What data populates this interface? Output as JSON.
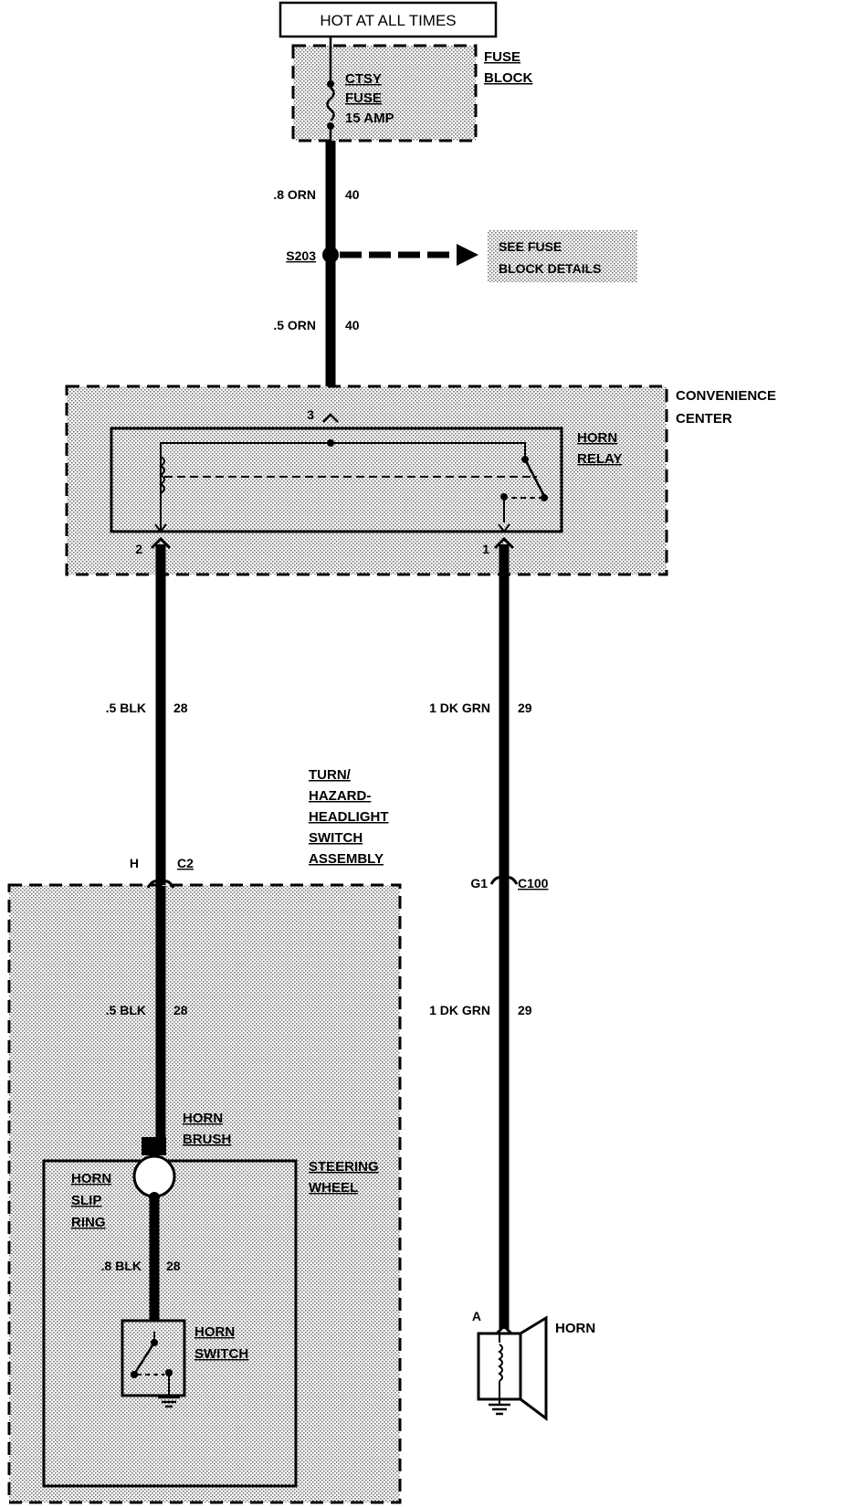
{
  "power_source": "HOT AT ALL TIMES",
  "fuse_block": {
    "name_line1": "FUSE",
    "name_line2": "BLOCK",
    "fuse_line1": "CTSY",
    "fuse_line2": "FUSE",
    "rating": "15 AMP"
  },
  "wires": {
    "feed_top": {
      "gauge_color": ".8 ORN",
      "circuit": "40"
    },
    "feed_lower": {
      "gauge_color": ".5 ORN",
      "circuit": "40"
    },
    "relay_to_switch": {
      "gauge_color": ".5 BLK",
      "circuit": "28"
    },
    "switch_assembly_inner": {
      "gauge_color": ".5 BLK",
      "circuit": "28"
    },
    "slip_ring_to_switch": {
      "gauge_color": ".8 BLK",
      "circuit": "28"
    },
    "relay_to_c100": {
      "gauge_color": "1 DK GRN",
      "circuit": "29"
    },
    "c100_to_horn": {
      "gauge_color": "1 DK GRN",
      "circuit": "29"
    }
  },
  "splice": {
    "id": "S203",
    "ref_line1": "SEE FUSE",
    "ref_line2": "BLOCK DETAILS"
  },
  "convenience_center": {
    "name_line1": "CONVENIENCE",
    "name_line2": "CENTER",
    "relay_line1": "HORN",
    "relay_line2": "RELAY",
    "pin_in": "3",
    "pin_coil": "2",
    "pin_out": "1"
  },
  "switch_assembly": {
    "line1": "TURN/",
    "line2": "HAZARD-",
    "line3": "HEADLIGHT",
    "line4": "SWITCH",
    "line5": "ASSEMBLY",
    "pin": "H",
    "connector": "C2"
  },
  "connector_c100": {
    "pin": "G1",
    "id": "C100"
  },
  "horn_brush": {
    "line1": "HORN",
    "line2": "BRUSH"
  },
  "steering_wheel": {
    "line1": "STEERING",
    "line2": "WHEEL"
  },
  "horn_slip_ring": {
    "line1": "HORN",
    "line2": "SLIP",
    "line3": "RING"
  },
  "horn_switch": {
    "line1": "HORN",
    "line2": "SWITCH"
  },
  "horn": {
    "pin": "A",
    "label": "HORN"
  },
  "colors": {
    "ink": "#000000",
    "stipple": "#bdbdbd",
    "paper": "#ffffff"
  }
}
